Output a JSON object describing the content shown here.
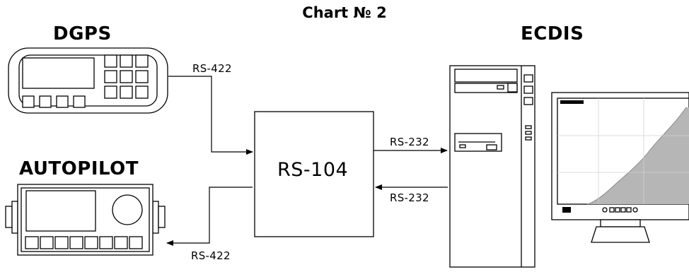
{
  "title": "Chart № 2",
  "devices": {
    "dgps": "DGPS",
    "autopilot": "AUTOPILOT",
    "ecdis": "ECDIS",
    "converter": "RS-104"
  },
  "connections": {
    "dgps_in": "RS-422",
    "to_ecdis": "RS-232",
    "from_ecdis": "RS-232",
    "to_autopilot": "RS-422"
  }
}
